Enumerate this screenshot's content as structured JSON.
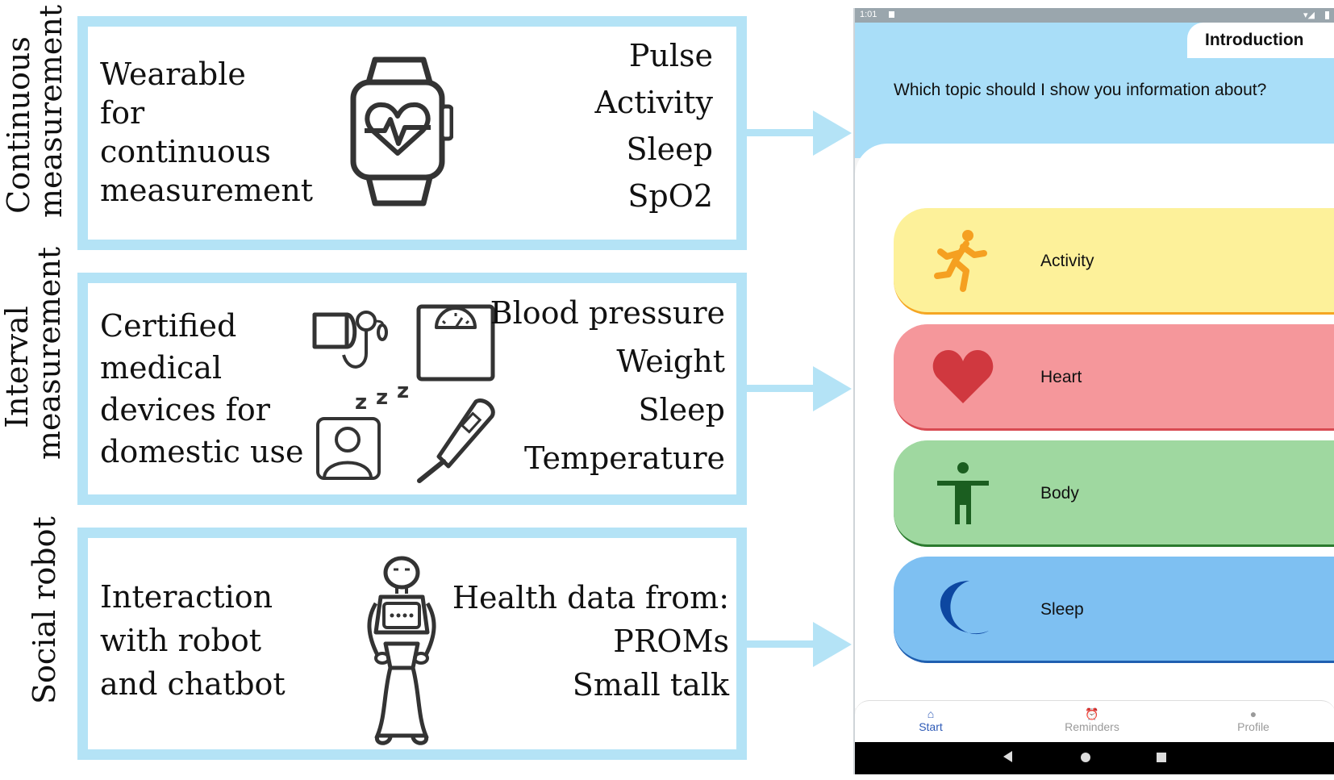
{
  "sections": [
    {
      "side_label": "Continuous\nmeasurement",
      "left_lines": [
        "Wearable",
        "for",
        "continuous",
        "measurement"
      ],
      "right_lines": [
        "Pulse",
        "Activity",
        "Sleep",
        "SpO2"
      ]
    },
    {
      "side_label": "Interval\nmeasurement",
      "left_lines": [
        "Certified",
        "medical",
        "devices for",
        "domestic use"
      ],
      "right_lines": [
        "Blood pressure",
        "Weight",
        "Sleep",
        "Temperature"
      ]
    },
    {
      "side_label": "Social robot",
      "left_lines": [
        "Interaction",
        "with robot",
        "and chatbot"
      ],
      "right_lines": [
        "Health data from:",
        "PROMs",
        "Small talk"
      ]
    }
  ],
  "phone": {
    "status_time": "1:01",
    "tab_title": "Introduction",
    "question": "Which topic should I show you information about?",
    "cards": [
      {
        "label": "Activity",
        "icon": "running-person-icon",
        "color": "#fdf19a",
        "edge": "#f5a623",
        "icon_color": "#f5a021"
      },
      {
        "label": "Heart",
        "icon": "heart-icon",
        "color": "#f5979b",
        "edge": "#d84a52",
        "icon_color": "#d0383f"
      },
      {
        "label": "Body",
        "icon": "body-icon",
        "color": "#9fd8a0",
        "edge": "#2b7a2e",
        "icon_color": "#1b5e20"
      },
      {
        "label": "Sleep",
        "icon": "moon-icon",
        "color": "#7ec0f2",
        "edge": "#1f5fb0",
        "icon_color": "#0d47a1"
      }
    ],
    "nav": [
      {
        "label": "Start",
        "icon": "home-icon",
        "active": true
      },
      {
        "label": "Reminders",
        "icon": "alarm-icon",
        "active": false
      },
      {
        "label": "Profile",
        "icon": "person-icon",
        "active": false
      }
    ]
  },
  "colors": {
    "box_border": "#b4e3f6",
    "header_bg": "#a9def8",
    "nav_active": "#2f5bb7"
  }
}
